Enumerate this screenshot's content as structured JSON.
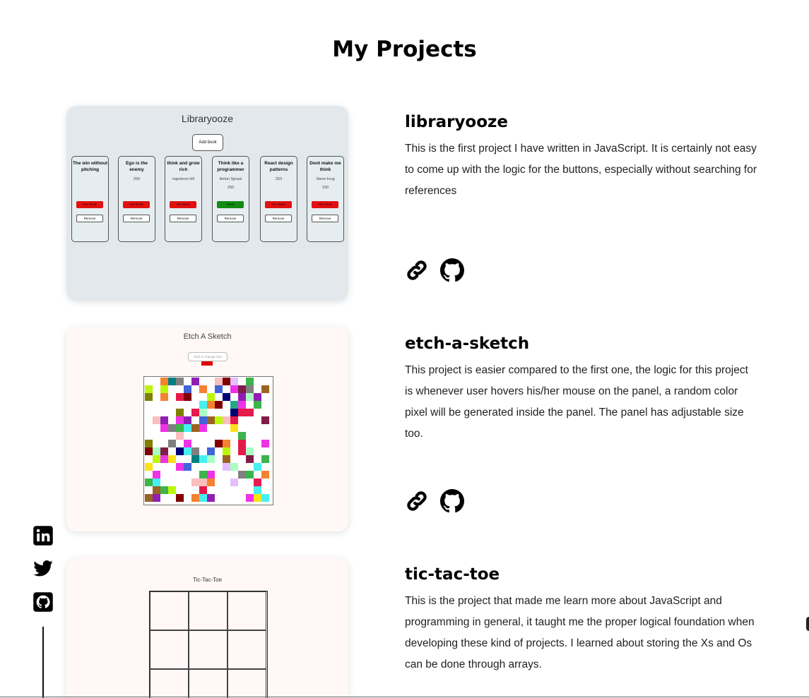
{
  "page": {
    "title": "My Projects"
  },
  "projects": [
    {
      "name": "libraryooze",
      "description": "This is the first project I have written in JavaScript. It is certainly not easy to come up with the logic for the buttons, especially without searching for references",
      "preview": {
        "title": "Libraryooze",
        "add_button": "Add book",
        "books": [
          {
            "title": "The win without pitching",
            "author": "",
            "pages": "",
            "status": "Not Read",
            "remove": "Remove"
          },
          {
            "title": "Ego is the enemy",
            "author": "",
            "pages": "200",
            "status": "Not Read",
            "remove": "Remove"
          },
          {
            "title": "think and grow rich",
            "author": "napoleon hill",
            "pages": "",
            "status": "Not Read",
            "remove": "Remove"
          },
          {
            "title": "Think like a programmer",
            "author": "Anton Spraul",
            "pages": "250",
            "status": "Read",
            "remove": "Remove"
          },
          {
            "title": "React design patterns",
            "author": "",
            "pages": "253",
            "status": "Not Read",
            "remove": "Remove"
          },
          {
            "title": "Dont make me think",
            "author": "Steve krug",
            "pages": "150",
            "status": "Not Read",
            "remove": "Remove"
          }
        ]
      },
      "links": {
        "live": "link-icon",
        "repo": "github-icon"
      }
    },
    {
      "name": "etch-a-sketch",
      "description": "This project is easier compared to the first one, the logic for this project is whenever user hovers his/her mouse on the panel, a random color pixel will be generated inside the panel. The panel has adjustable size too.",
      "preview": {
        "title": "Etch A Sketch",
        "button": "Click to change size",
        "pixel_colors": [
          "#e6194b",
          "#3cb44b",
          "#ffe119",
          "#4363d8",
          "#f58231",
          "#911eb4",
          "#46f0f0",
          "#f032e6",
          "#bcf60c",
          "#fabebe",
          "#008080",
          "#e6beff",
          "#9a6324",
          "#800000",
          "#aaffc3",
          "#808000",
          "#000075",
          "#808080",
          "#7f1d48",
          "#22aa88"
        ]
      },
      "links": {
        "live": "link-icon",
        "repo": "github-icon"
      }
    },
    {
      "name": "tic-tac-toe",
      "description": "This is the project that made me learn more about JavaScript and programming in general, it taught me the proper logical foundation when developing these kind of projects. I learned about storing the Xs and Os can be done through arrays.",
      "preview": {
        "title": "Tic-Tac-Toe"
      }
    }
  ],
  "social": [
    "linkedin-icon",
    "twitter-icon",
    "github-icon"
  ]
}
